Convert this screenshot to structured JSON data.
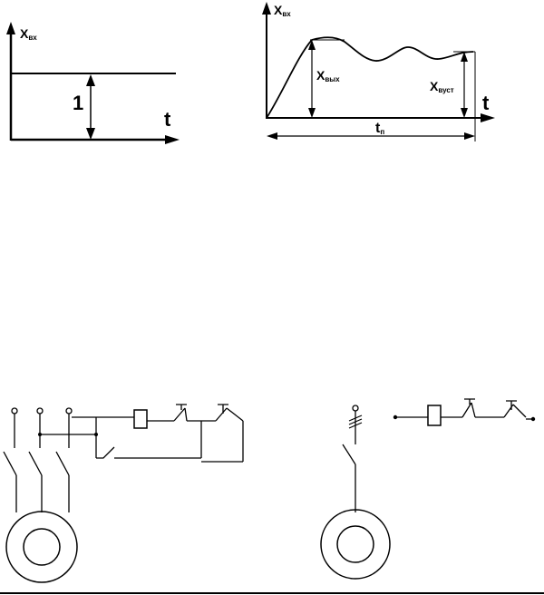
{
  "input_graph": {
    "y_axis_label": {
      "main": "X",
      "sub": "вх"
    },
    "step_value_label": "1",
    "x_axis_label": "t"
  },
  "output_graph": {
    "y_axis_label": {
      "main": "X",
      "sub": "вх"
    },
    "max_label": {
      "main": "X",
      "sub": "вых"
    },
    "steady_label": {
      "main": "X",
      "sub": "вуст"
    },
    "x_axis_label": "t",
    "time_label": {
      "main": "t",
      "sub": "п"
    }
  },
  "colors": {
    "ink": "#000000",
    "background": "#ffffff"
  }
}
